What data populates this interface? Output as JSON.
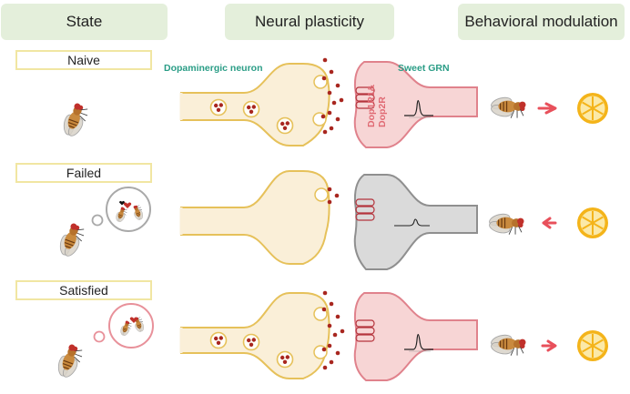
{
  "headers": {
    "state": "State",
    "neural_plasticity": "Neural plasticity",
    "behavioral_modulation": "Behavioral modulation"
  },
  "states": [
    {
      "label": "Naive"
    },
    {
      "label": "Failed"
    },
    {
      "label": "Satisfied"
    }
  ],
  "labels": {
    "dopaminergic_neuron": "Dopaminergic neuron",
    "sweet_grn": "Sweet GRN",
    "receptor_line1": "Dop1R1&",
    "receptor_line2": "Dop2R"
  },
  "colors": {
    "header_bg": "#e4efdb",
    "state_border": "#f1e6a2",
    "neuron_fill": "#faefd8",
    "neuron_stroke": "#e6c15a",
    "grn_active_fill": "#f7d5d5",
    "grn_active_stroke": "#e0828c",
    "grn_inactive_fill": "#dadada",
    "grn_inactive_stroke": "#8f8f8f",
    "dopamine": "#a8261f",
    "arrow": "#e8505b",
    "lemon": "#f4b41a",
    "label_teal": "#2a9d86",
    "receptor_text": "#e06a73"
  },
  "icons": [
    "fly-icon",
    "lemon-icon",
    "heart-icon",
    "thought-bubble-icon",
    "arrow-icon"
  ]
}
